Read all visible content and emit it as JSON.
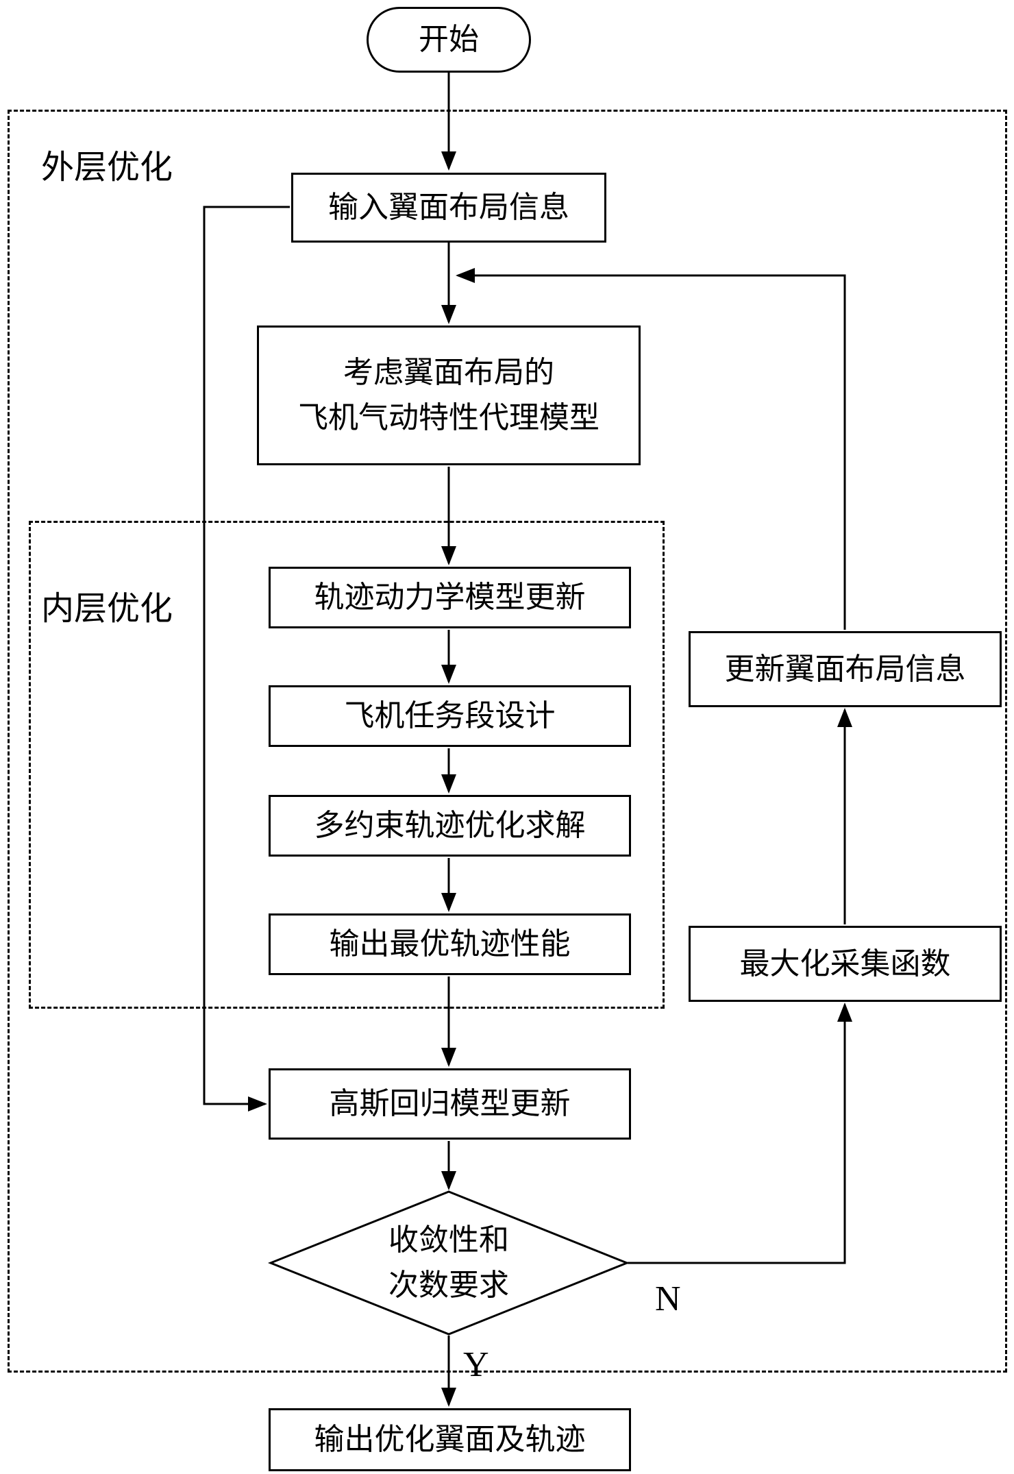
{
  "nodes": {
    "start": "开始",
    "input_layout": "输入翼面布局信息",
    "surrogate_model": "考虑翼面布局的\n飞机气动特性代理模型",
    "trajectory_dynamics": "轨迹动力学模型更新",
    "mission_design": "飞机任务段设计",
    "multi_constraint": "多约束轨迹优化求解",
    "optimal_output": "输出最优轨迹性能",
    "gaussian_update": "高斯回归模型更新",
    "convergence_check": "收敛性和\n次数要求",
    "update_layout": "更新翼面布局信息",
    "maximize_acquisition": "最大化采集函数",
    "final_output": "输出优化翼面及轨迹"
  },
  "labels": {
    "outer_loop": "外层优化",
    "inner_loop": "内层优化",
    "no": "N",
    "yes": "Y"
  },
  "colors": {
    "stroke": "#000000",
    "background": "#ffffff"
  }
}
